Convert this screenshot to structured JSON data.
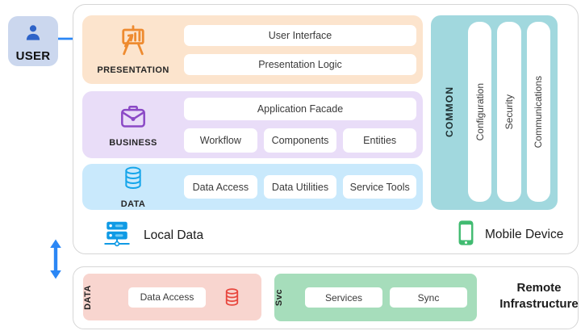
{
  "user": {
    "label": "USER"
  },
  "main": {
    "presentation": {
      "label": "PRESENTATION",
      "box1": "User Interface",
      "box2": "Presentation Logic"
    },
    "business": {
      "label": "BUSINESS",
      "box_top": "Application Facade",
      "box1": "Workflow",
      "box2": "Components",
      "box3": "Entities"
    },
    "data": {
      "label": "DATA",
      "box1": "Data Access",
      "box2": "Data Utilities",
      "box3": "Service Tools"
    },
    "common": {
      "label": "COMMON",
      "item1": "Configuration",
      "item2": "Security",
      "item3": "Communications"
    },
    "local_data_label": "Local Data",
    "mobile_device_label": "Mobile Device"
  },
  "remote": {
    "title": "Remote Infrastructure",
    "data": {
      "label": "DATA",
      "box1": "Data Access"
    },
    "svc": {
      "label": "Svc",
      "box1": "Services",
      "box2": "Sync"
    }
  },
  "colors": {
    "arrow_blue": "#2b87f5",
    "user_box_bg": "#cbd7ee",
    "user_icon": "#2e63c8",
    "presentation_bg": "#fce4cd",
    "presentation_icon": "#ee8b30",
    "business_bg": "#e9ddf8",
    "business_icon": "#8b49c6",
    "data_bg": "#c9e9fc",
    "data_icon": "#15a5ea",
    "common_bg": "#a1d8de",
    "server_icon": "#0f9ae5",
    "phone_icon": "#41bb71",
    "remote_data_bg": "#f8d5cf",
    "remote_data_icon": "#e8473e",
    "remote_svc_bg": "#a6ddbb"
  }
}
